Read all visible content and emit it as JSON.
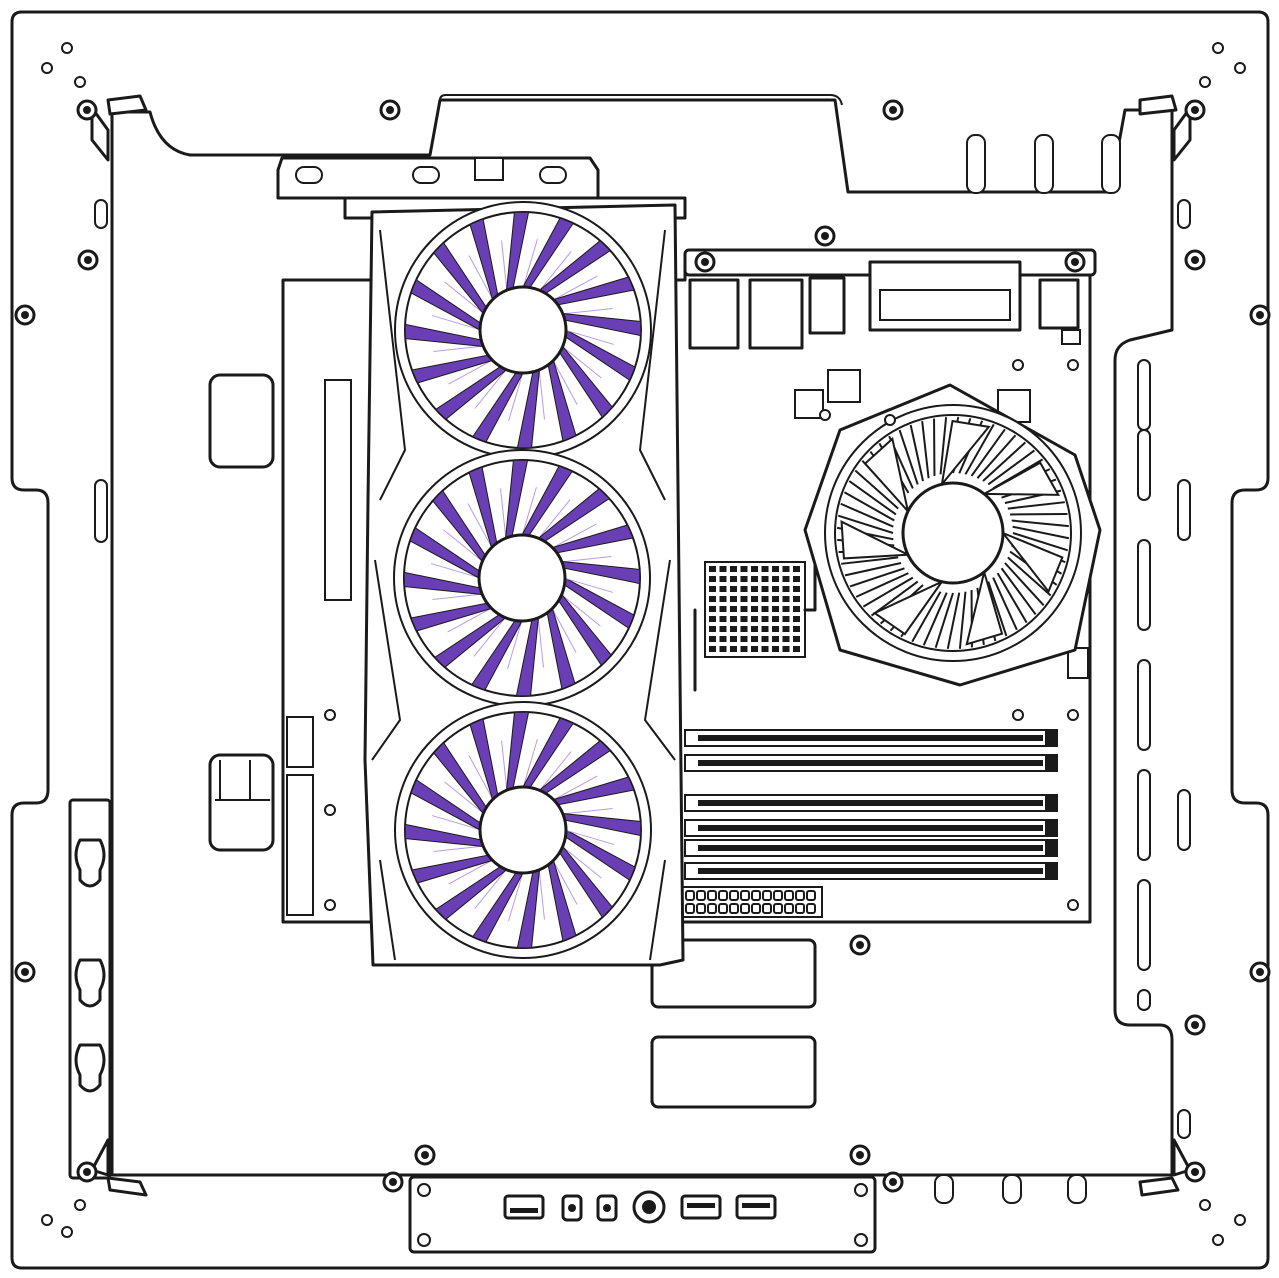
{
  "diagram": {
    "colors": {
      "line": "#1a1a1a",
      "background": "#ffffff",
      "accent": "#6a3fb5",
      "accent_light": "#b89be8"
    },
    "icons": [
      "case-tray-outline",
      "gpu-fan-icon",
      "cpu-cooler-fan-icon",
      "ram-slot-icon",
      "io-port-usb-icon",
      "io-port-audio-icon",
      "power-button-icon",
      "screw-icon"
    ],
    "gpu_fan_count": 3,
    "ram_slot_count": 6,
    "front_io_ports": [
      "usb",
      "audio",
      "audio",
      "power-button",
      "usb",
      "usb"
    ]
  }
}
